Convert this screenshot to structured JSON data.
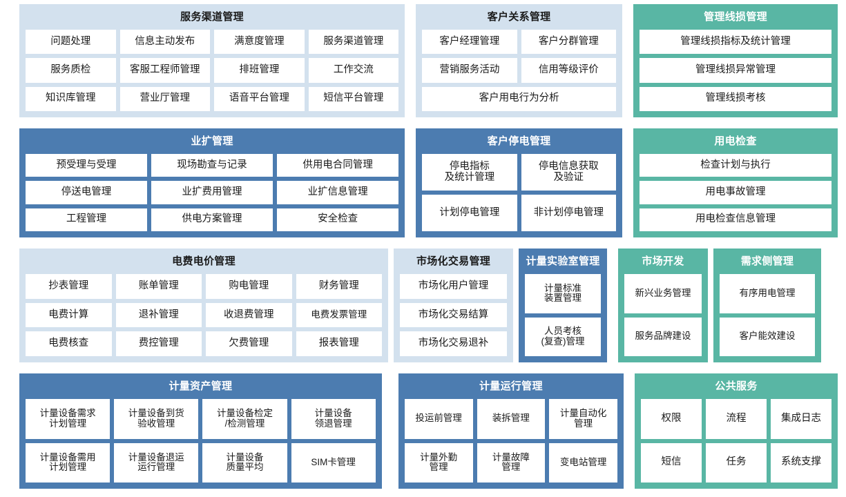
{
  "colors": {
    "blue_light": "#d3e1ee",
    "blue_dark": "#4c7cb0",
    "teal": "#59b6a4",
    "cell_bg": "#ffffff",
    "page_bg": "#ffffff"
  },
  "rows": [
    {
      "panels": [
        {
          "title": "服务渠道管理",
          "theme": "blue-light",
          "items": [
            [
              "问题处理",
              "信息主动发布",
              "满意度管理",
              "服务渠道管理"
            ],
            [
              "服务质检",
              "客服工程师管理",
              "排班管理",
              "工作交流"
            ],
            [
              "知识库管理",
              "营业厅管理",
              "语音平台管理",
              "短信平台管理"
            ]
          ]
        },
        {
          "title": "客户关系管理",
          "theme": "blue-light",
          "items": [
            [
              "客户经理管理",
              "客户分群管理"
            ],
            [
              "营销服务活动",
              "信用等级评价"
            ],
            [
              "客户用电行为分析"
            ]
          ]
        },
        {
          "title": "管理线损管理",
          "theme": "teal",
          "items": [
            [
              "管理线损指标及统计管理"
            ],
            [
              "管理线损异常管理"
            ],
            [
              "管理线损考核"
            ]
          ]
        }
      ]
    },
    {
      "panels": [
        {
          "title": "业扩管理",
          "theme": "blue-dark",
          "items": [
            [
              "预受理与受理",
              "现场勘查与记录",
              "供用电合同管理"
            ],
            [
              "停送电管理",
              "业扩费用管理",
              "业扩信息管理"
            ],
            [
              "工程管理",
              "供电方案管理",
              "安全检查"
            ]
          ]
        },
        {
          "title": "客户停电管理",
          "theme": "blue-dark",
          "items": [
            [
              "停电指标\n及统计管理",
              "停电信息获取\n及验证"
            ],
            [
              "计划停电管理",
              "非计划停电管理"
            ]
          ]
        },
        {
          "title": "用电检查",
          "theme": "teal",
          "items": [
            [
              "检查计划与执行"
            ],
            [
              "用电事故管理"
            ],
            [
              "用电检查信息管理"
            ]
          ]
        }
      ]
    },
    {
      "panels": [
        {
          "title": "电费电价管理",
          "theme": "blue-light",
          "items": [
            [
              "抄表管理",
              "账单管理",
              "购电管理",
              "财务管理"
            ],
            [
              "电费计算",
              "退补管理",
              "收退费管理",
              "电费发票管理"
            ],
            [
              "电费核查",
              "费控管理",
              "欠费管理",
              "报表管理"
            ]
          ]
        },
        {
          "title": "市场化交易管理",
          "theme": "blue-light",
          "items": [
            [
              "市场化用户管理"
            ],
            [
              "市场化交易结算"
            ],
            [
              "市场化交易退补"
            ]
          ]
        },
        {
          "title": "计量实验室管理",
          "theme": "blue-dark",
          "items": [
            [
              "计量标准\n装置管理"
            ],
            [
              "人员考核\n(复查)管理"
            ]
          ]
        },
        {
          "title": "市场开发",
          "theme": "teal",
          "items": [
            [
              "新兴业务管理"
            ],
            [
              "服务品牌建设"
            ]
          ]
        },
        {
          "title": "需求侧管理",
          "theme": "teal",
          "items": [
            [
              "有序用电管理"
            ],
            [
              "客户能效建设"
            ]
          ]
        }
      ]
    },
    {
      "panels": [
        {
          "title": "计量资产管理",
          "theme": "blue-dark",
          "items": [
            [
              "计量设备需求\n计划管理",
              "计量设备到货\n验收管理",
              "计量设备检定\n/检测管理",
              "计量设备\n领退管理"
            ],
            [
              "计量设备需用\n计划管理",
              "计量设备退运\n运行管理",
              "计量设备\n质量平均",
              "SIM卡管理"
            ]
          ]
        },
        {
          "title": "计量运行管理",
          "theme": "blue-dark",
          "items": [
            [
              "投运前管理",
              "装拆管理",
              "计量自动化\n管理"
            ],
            [
              "计量外勤\n管理",
              "计量故障\n管理",
              "变电站管理"
            ]
          ]
        },
        {
          "title": "公共服务",
          "theme": "teal",
          "items": [
            [
              "权限",
              "流程",
              "集成日志"
            ],
            [
              "短信",
              "任务",
              "系统支撑"
            ]
          ]
        }
      ]
    }
  ]
}
